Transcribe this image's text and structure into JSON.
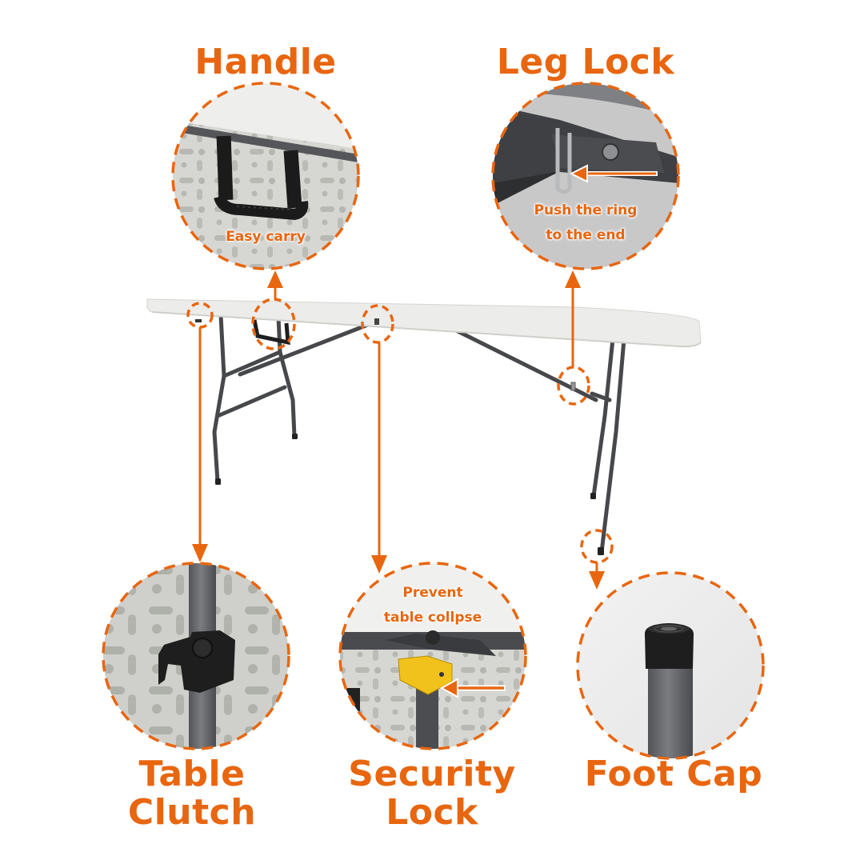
{
  "theme": {
    "accent": "#e8660f",
    "background": "#ffffff",
    "table_top": "#efefed",
    "frame": "#4a4b4d"
  },
  "features": {
    "handle": {
      "title": "Handle",
      "caption": "Easy carry",
      "icon": "carry-handle-icon"
    },
    "leg_lock": {
      "title": "Leg Lock",
      "caption_line1": "Push the ring",
      "caption_line2": "to the end",
      "icon": "ring-lock-icon"
    },
    "table_clutch": {
      "title_line1": "Table",
      "title_line2": "Clutch",
      "icon": "clip-icon"
    },
    "security_lock": {
      "title_line1": "Security",
      "title_line2": "Lock",
      "caption_line1": "Prevent",
      "caption_line2": "table collpse",
      "icon": "yellow-lock-icon"
    },
    "foot_cap": {
      "title": "Foot Cap",
      "icon": "rubber-foot-cap-icon"
    }
  }
}
